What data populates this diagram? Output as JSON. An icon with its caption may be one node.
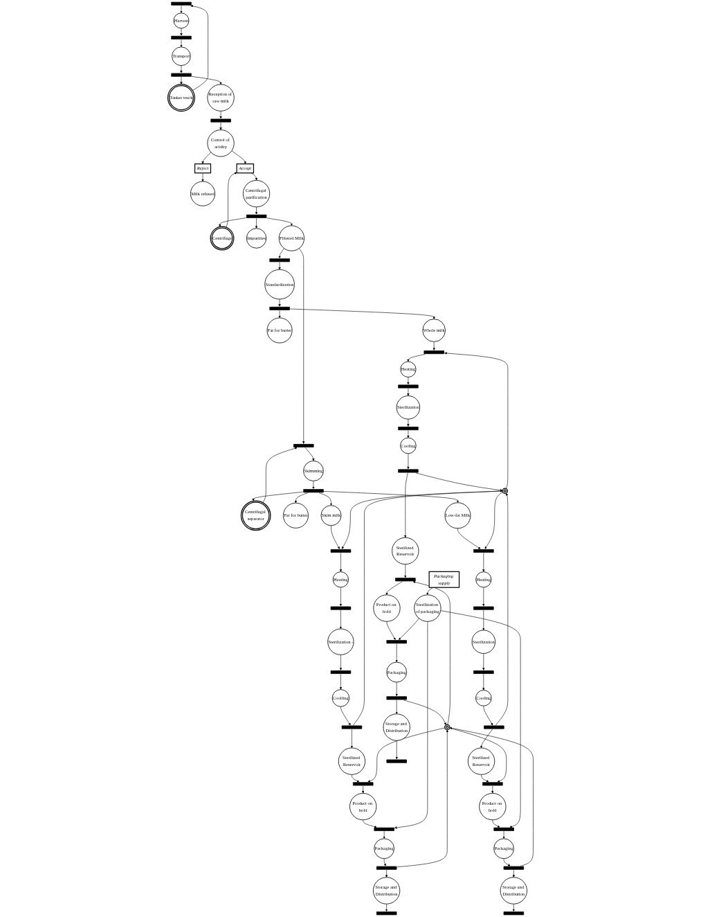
{
  "diagram": {
    "nodes": [
      {
        "text": [],
        "shape": "bar"
      },
      {
        "text": [
          "Harvest"
        ]
      },
      {
        "text": [],
        "shape": "bar"
      },
      {
        "text": [
          "Tanker truck"
        ]
      },
      {
        "text": [
          "Transport"
        ]
      },
      {
        "text": [],
        "shape": "bar"
      },
      {
        "text": [
          "Reception of raw milk"
        ]
      },
      {
        "text": [],
        "shape": "bar"
      },
      {
        "text": [
          "Control of acidity"
        ]
      },
      {
        "text": [
          "Reject"
        ]
      },
      {
        "text": [
          "Accept"
        ]
      },
      {
        "text": [
          "Milk refused"
        ]
      },
      {
        "text": [
          "Centrifugal purification"
        ]
      },
      {
        "text": [
          "Centrifuge"
        ]
      },
      {
        "text": [],
        "shape": "bar"
      },
      {
        "text": [
          "Impurities"
        ]
      },
      {
        "text": [
          "Filtered Milk"
        ]
      },
      {
        "text": [],
        "shape": "bar"
      },
      {
        "text": [],
        "shape": "bar"
      },
      {
        "text": [
          "Standardization"
        ]
      },
      {
        "text": [
          "Skimming"
        ]
      },
      {
        "text": [
          "Centrifugal separator"
        ]
      },
      {
        "text": [],
        "shape": "bar"
      },
      {
        "text": [],
        "shape": "bar"
      },
      {
        "text": [
          "Fat for butter"
        ]
      },
      {
        "text": [
          "Whole milk"
        ]
      },
      {
        "text": [
          "Fat for butter"
        ]
      },
      {
        "text": [
          "Skim milk"
        ]
      },
      {
        "text": [
          "Low-fat Milk"
        ]
      },
      {
        "text": [],
        "shape": "bar"
      },
      {
        "text": [],
        "shape": "bar"
      },
      {
        "text": [],
        "shape": "bar"
      },
      {
        "text": [
          "Heating"
        ]
      },
      {
        "text": [
          "Heating"
        ]
      },
      {
        "text": [
          "Heating"
        ]
      },
      {
        "text": [],
        "shape": "bar"
      },
      {
        "text": [],
        "shape": "bar"
      },
      {
        "text": [],
        "shape": "bar"
      },
      {
        "text": [
          "Sterilization"
        ]
      },
      {
        "text": [],
        "shape": "circle"
      },
      {
        "text": [
          "Sterilization -"
        ]
      },
      {
        "text": [
          "Sterilization"
        ]
      },
      {
        "text": [],
        "shape": "bar"
      },
      {
        "text": [],
        "shape": "bar"
      },
      {
        "text": [],
        "shape": "bar"
      },
      {
        "text": [
          "Cooling"
        ]
      },
      {
        "text": [
          "Coolling"
        ]
      },
      {
        "text": [
          "Cooling"
        ]
      },
      {
        "text": [],
        "shape": "bar"
      },
      {
        "text": [],
        "shape": "bar"
      },
      {
        "text": [],
        "shape": "bar"
      },
      {
        "text": [
          "Sterilized Reservoir"
        ]
      },
      {
        "text": [
          "Sterilized Reservoir"
        ]
      },
      {
        "text": [
          "Sterilized Reservoir"
        ]
      },
      {
        "text": [],
        "shape": "bar"
      },
      {
        "text": [],
        "shape": "bar"
      },
      {
        "text": [],
        "shape": "bar"
      },
      {
        "text": [
          "Packaging supply"
        ]
      },
      {
        "text": [
          "Product on hold"
        ]
      },
      {
        "text": [
          "Product on hold"
        ]
      },
      {
        "text": [
          "Product on hold"
        ]
      },
      {
        "text": [
          "Sterilization of packaging"
        ]
      },
      {
        "text": [],
        "shape": "circle"
      },
      {
        "text": [],
        "shape": "bar"
      },
      {
        "text": [],
        "shape": "bar"
      },
      {
        "text": [],
        "shape": "bar"
      },
      {
        "text": [
          "Packaging"
        ]
      },
      {
        "text": [
          "Packaging"
        ]
      },
      {
        "text": [
          "Packaging"
        ]
      },
      {
        "text": [],
        "shape": "bar"
      },
      {
        "text": [],
        "shape": "bar"
      },
      {
        "text": [],
        "shape": "bar"
      },
      {
        "text": [
          "Storage and Distribution"
        ]
      },
      {
        "text": [
          "Storage and Distribution"
        ]
      },
      {
        "text": [
          "Storage and Distribution"
        ]
      },
      {
        "text": [],
        "shape": "bar"
      },
      {
        "text": [],
        "shape": "bar"
      },
      {
        "text": [],
        "shape": "bar"
      }
    ],
    "edges": [
      {
        "from": 0,
        "to": 1,
        "arrow": "to"
      },
      {
        "from": 1,
        "to": 2,
        "arrow": "to"
      },
      {
        "from": 2,
        "to": 4,
        "arrow": "to"
      },
      {
        "from": 4,
        "to": 5,
        "arrow": "to"
      },
      {
        "from": 5,
        "to": 6,
        "arrow": "to"
      },
      {
        "from": 5,
        "to": 3,
        "arrow": "to"
      },
      {
        "from": 3,
        "to": 0,
        "arrow": "to"
      },
      {
        "from": 6,
        "to": 7,
        "arrow": "to"
      },
      {
        "from": 7,
        "to": 8,
        "arrow": "to"
      },
      {
        "from": 8,
        "to": 9,
        "arrow": "to"
      },
      {
        "from": 8,
        "to": 10,
        "arrow": "to"
      },
      {
        "from": 9,
        "to": 11,
        "arrow": "to"
      },
      {
        "from": 10,
        "to": 12,
        "arrow": "to"
      },
      {
        "from": 13,
        "to": 10,
        "arrow": "to"
      },
      {
        "from": 12,
        "to": 14,
        "arrow": "to"
      },
      {
        "from": 14,
        "to": 15,
        "arrow": "to"
      },
      {
        "from": 14,
        "to": 13,
        "arrow": "to"
      },
      {
        "from": 14,
        "to": 16,
        "arrow": "to"
      },
      {
        "from": 16,
        "to": 17,
        "arrow": "to"
      },
      {
        "from": 16,
        "to": 18,
        "arrow": "to"
      },
      {
        "from": 21,
        "to": 18,
        "arrow": "to"
      },
      {
        "from": 17,
        "to": 19,
        "arrow": "to"
      },
      {
        "from": 18,
        "to": 20,
        "arrow": "to"
      },
      {
        "from": 19,
        "to": 22,
        "arrow": "to"
      },
      {
        "from": 20,
        "to": 23,
        "arrow": "to"
      },
      {
        "from": 22,
        "to": 24,
        "arrow": "to"
      },
      {
        "from": 22,
        "to": 25,
        "arrow": "to"
      },
      {
        "from": 23,
        "to": 21,
        "arrow": "to"
      },
      {
        "from": 23,
        "to": 26,
        "arrow": "to"
      },
      {
        "from": 23,
        "to": 27,
        "arrow": "to"
      },
      {
        "from": 23,
        "to": 28,
        "arrow": "to"
      },
      {
        "from": 25,
        "to": 29,
        "arrow": "to"
      },
      {
        "from": 27,
        "to": 30,
        "arrow": "to"
      },
      {
        "from": 28,
        "to": 31,
        "arrow": "to"
      },
      {
        "from": 39,
        "to": 29,
        "arrow": "to"
      },
      {
        "from": 39,
        "to": 30,
        "arrow": "to"
      },
      {
        "from": 39,
        "to": 31,
        "arrow": "to"
      },
      {
        "from": 29,
        "to": 32,
        "arrow": "to"
      },
      {
        "from": 30,
        "to": 33,
        "arrow": "to"
      },
      {
        "from": 31,
        "to": 34,
        "arrow": "to"
      },
      {
        "from": 32,
        "to": 35,
        "arrow": "to"
      },
      {
        "from": 33,
        "to": 36,
        "arrow": "to"
      },
      {
        "from": 34,
        "to": 37,
        "arrow": "to"
      },
      {
        "from": 35,
        "to": 38,
        "arrow": "to"
      },
      {
        "from": 36,
        "to": 40,
        "arrow": "to"
      },
      {
        "from": 37,
        "to": 41,
        "arrow": "to"
      },
      {
        "from": 38,
        "to": 42,
        "arrow": "to"
      },
      {
        "from": 40,
        "to": 43,
        "arrow": "to"
      },
      {
        "from": 41,
        "to": 44,
        "arrow": "to"
      },
      {
        "from": 42,
        "to": 45,
        "arrow": "to"
      },
      {
        "from": 43,
        "to": 46,
        "arrow": "to"
      },
      {
        "from": 44,
        "to": 47,
        "arrow": "to"
      },
      {
        "from": 45,
        "to": 48,
        "arrow": "to"
      },
      {
        "from": 46,
        "to": 49,
        "arrow": "to"
      },
      {
        "from": 47,
        "to": 50,
        "arrow": "to"
      },
      {
        "from": 48,
        "to": 51,
        "arrow": "to"
      },
      {
        "from": 49,
        "to": 52,
        "arrow": "to"
      },
      {
        "from": 50,
        "to": 53,
        "arrow": "to"
      },
      {
        "from": 48,
        "to": 39,
        "arrow": "to"
      },
      {
        "from": 49,
        "to": 39,
        "arrow": "to"
      },
      {
        "from": 50,
        "to": 39,
        "arrow": "to"
      },
      {
        "from": 51,
        "to": 54,
        "arrow": "to"
      },
      {
        "from": 52,
        "to": 55,
        "arrow": "to"
      },
      {
        "from": 53,
        "to": 56,
        "arrow": "to"
      },
      {
        "from": 62,
        "to": 54,
        "arrow": "to"
      },
      {
        "from": 62,
        "to": 55,
        "arrow": "to"
      },
      {
        "from": 62,
        "to": 56,
        "arrow": "to"
      },
      {
        "from": 57,
        "to": 61,
        "arrow": "to"
      },
      {
        "from": 54,
        "to": 58,
        "arrow": "to"
      },
      {
        "from": 55,
        "to": 59,
        "arrow": "to"
      },
      {
        "from": 56,
        "to": 60,
        "arrow": "to"
      },
      {
        "from": 58,
        "to": 63,
        "arrow": "to"
      },
      {
        "from": 59,
        "to": 64,
        "arrow": "to"
      },
      {
        "from": 60,
        "to": 65,
        "arrow": "to"
      },
      {
        "from": 61,
        "to": 63,
        "arrow": "to"
      },
      {
        "from": 61,
        "to": 64,
        "arrow": "to"
      },
      {
        "from": 61,
        "to": 65,
        "arrow": "to"
      },
      {
        "from": 63,
        "to": 66,
        "arrow": "to"
      },
      {
        "from": 64,
        "to": 67,
        "arrow": "to"
      },
      {
        "from": 65,
        "to": 68,
        "arrow": "to"
      },
      {
        "from": 66,
        "to": 69,
        "arrow": "to"
      },
      {
        "from": 67,
        "to": 70,
        "arrow": "to"
      },
      {
        "from": 68,
        "to": 71,
        "arrow": "to"
      },
      {
        "from": 69,
        "to": 72,
        "arrow": "to"
      },
      {
        "from": 70,
        "to": 73,
        "arrow": "to"
      },
      {
        "from": 71,
        "to": 74,
        "arrow": "to"
      },
      {
        "from": 69,
        "to": 62,
        "arrow": "to"
      },
      {
        "from": 70,
        "to": 62,
        "arrow": "to"
      },
      {
        "from": 71,
        "to": 62,
        "arrow": "to"
      },
      {
        "from": 72,
        "to": 75,
        "arrow": "to"
      },
      {
        "from": 73,
        "to": 76,
        "arrow": "to"
      },
      {
        "from": 74,
        "to": 77,
        "arrow": "to"
      }
    ]
  }
}
